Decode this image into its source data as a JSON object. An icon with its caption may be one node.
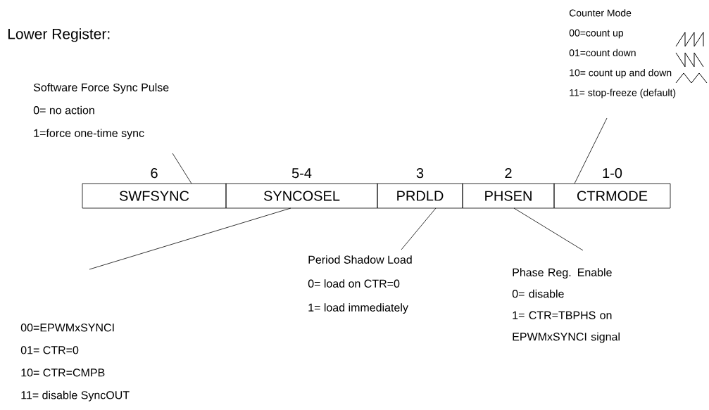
{
  "diagram": {
    "title": "Lower Register:",
    "nodes": [
      {
        "text": [
          "SWFSYNC"
        ],
        "beside": [
          "6"
        ]
      },
      {
        "text": [
          "SYNCOSEL"
        ],
        "beside": [
          "5-4"
        ]
      },
      {
        "text": [
          "PRDLD"
        ],
        "beside": [
          "3"
        ]
      },
      {
        "text": [
          "PHSEN"
        ],
        "beside": [
          "2"
        ]
      },
      {
        "text": [
          "CTRMODE"
        ],
        "beside": [
          "1-0"
        ]
      },
      {
        "text": [
          "Software Force Sync Pulse",
          "0= no action",
          "1=force one-time sync"
        ]
      },
      {
        "text": [
          "Counter Mode",
          "00=count up",
          "01=count down",
          "10= count up and down",
          "11= stop-freeze (default)"
        ]
      },
      {
        "text": [
          "Period Shadow Load",
          "0= load on CTR=0",
          "1= load immediately"
        ]
      },
      {
        "text": [
          "Phase Reg. Enable",
          "0= disable",
          "1= CTR=TBPHS on EPWMxSYNCI signal"
        ]
      },
      {
        "text": [
          "00=EPWMxSYNCI",
          "01= CTR=0",
          "10= CTR=CMPB",
          "11= disable SyncOUT"
        ]
      }
    ],
    "edges": [
      {
        "from": 5,
        "to": 0,
        "arrow": "none"
      },
      {
        "from": 6,
        "to": 4,
        "arrow": "none"
      },
      {
        "from": 7,
        "to": 2,
        "arrow": "none"
      },
      {
        "from": 8,
        "to": 3,
        "arrow": "none"
      },
      {
        "from": 9,
        "to": 1,
        "arrow": "none"
      }
    ]
  }
}
